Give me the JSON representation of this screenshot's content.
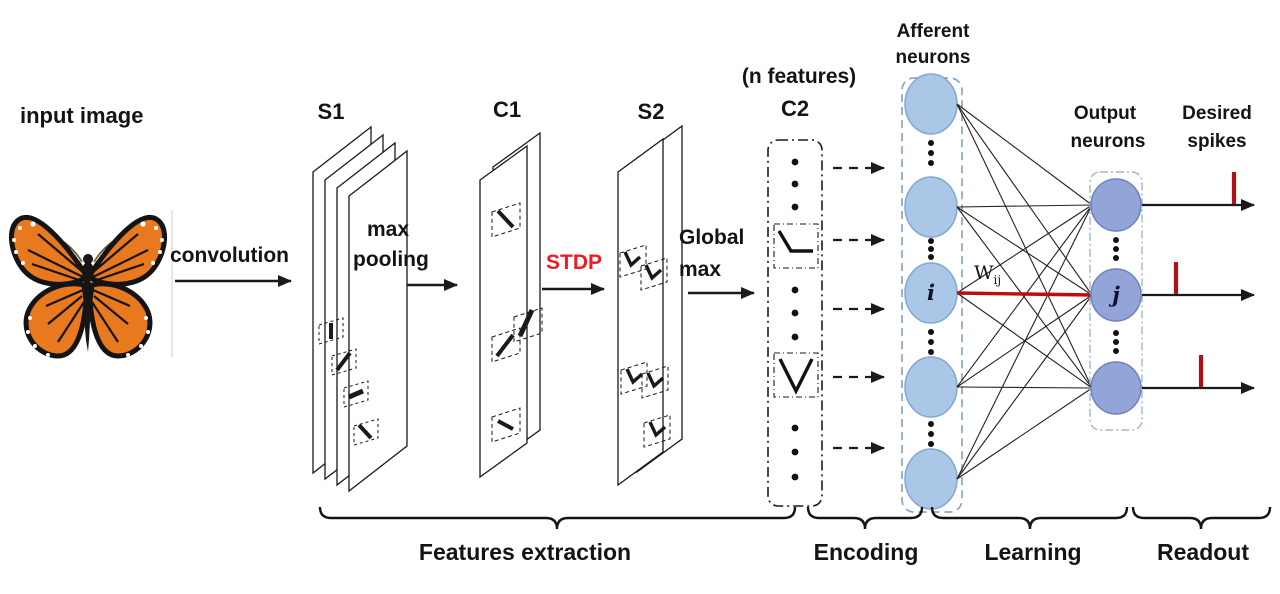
{
  "labels": {
    "input_image": "input image",
    "convolution": "convolution",
    "max_pooling_line1": "max",
    "max_pooling_line2": "pooling",
    "stdp": "STDP",
    "global_max_line1": "Global",
    "global_max_line2": "max",
    "s1": "S1",
    "c1": "C1",
    "s2": "S2",
    "c2": "C2",
    "n_features": "(n features)",
    "afferent_line1": "Afferent",
    "afferent_line2": "neurons",
    "output_line1": "Output",
    "output_line2": "neurons",
    "desired_line1": "Desired",
    "desired_line2": "spikes",
    "weight": "W",
    "weight_sub": "ij",
    "neuron_i": "i",
    "neuron_j": "j"
  },
  "stages": [
    "Features extraction",
    "Encoding",
    "Learning",
    "Readout"
  ],
  "colors": {
    "stdp_text": "#ed1c24",
    "spike_red": "#b01116",
    "weight_line": "#c00b10",
    "afferent_neuron_fill": "#aac7e7",
    "afferent_neuron_stroke": "#82a7d3",
    "output_neuron_fill": "#93a4d9",
    "output_neuron_stroke": "#6e82bd",
    "column_border_blue": "#8ba6c4",
    "butterfly_orange": "#e8791f",
    "line_black": "#1a1a1a"
  }
}
